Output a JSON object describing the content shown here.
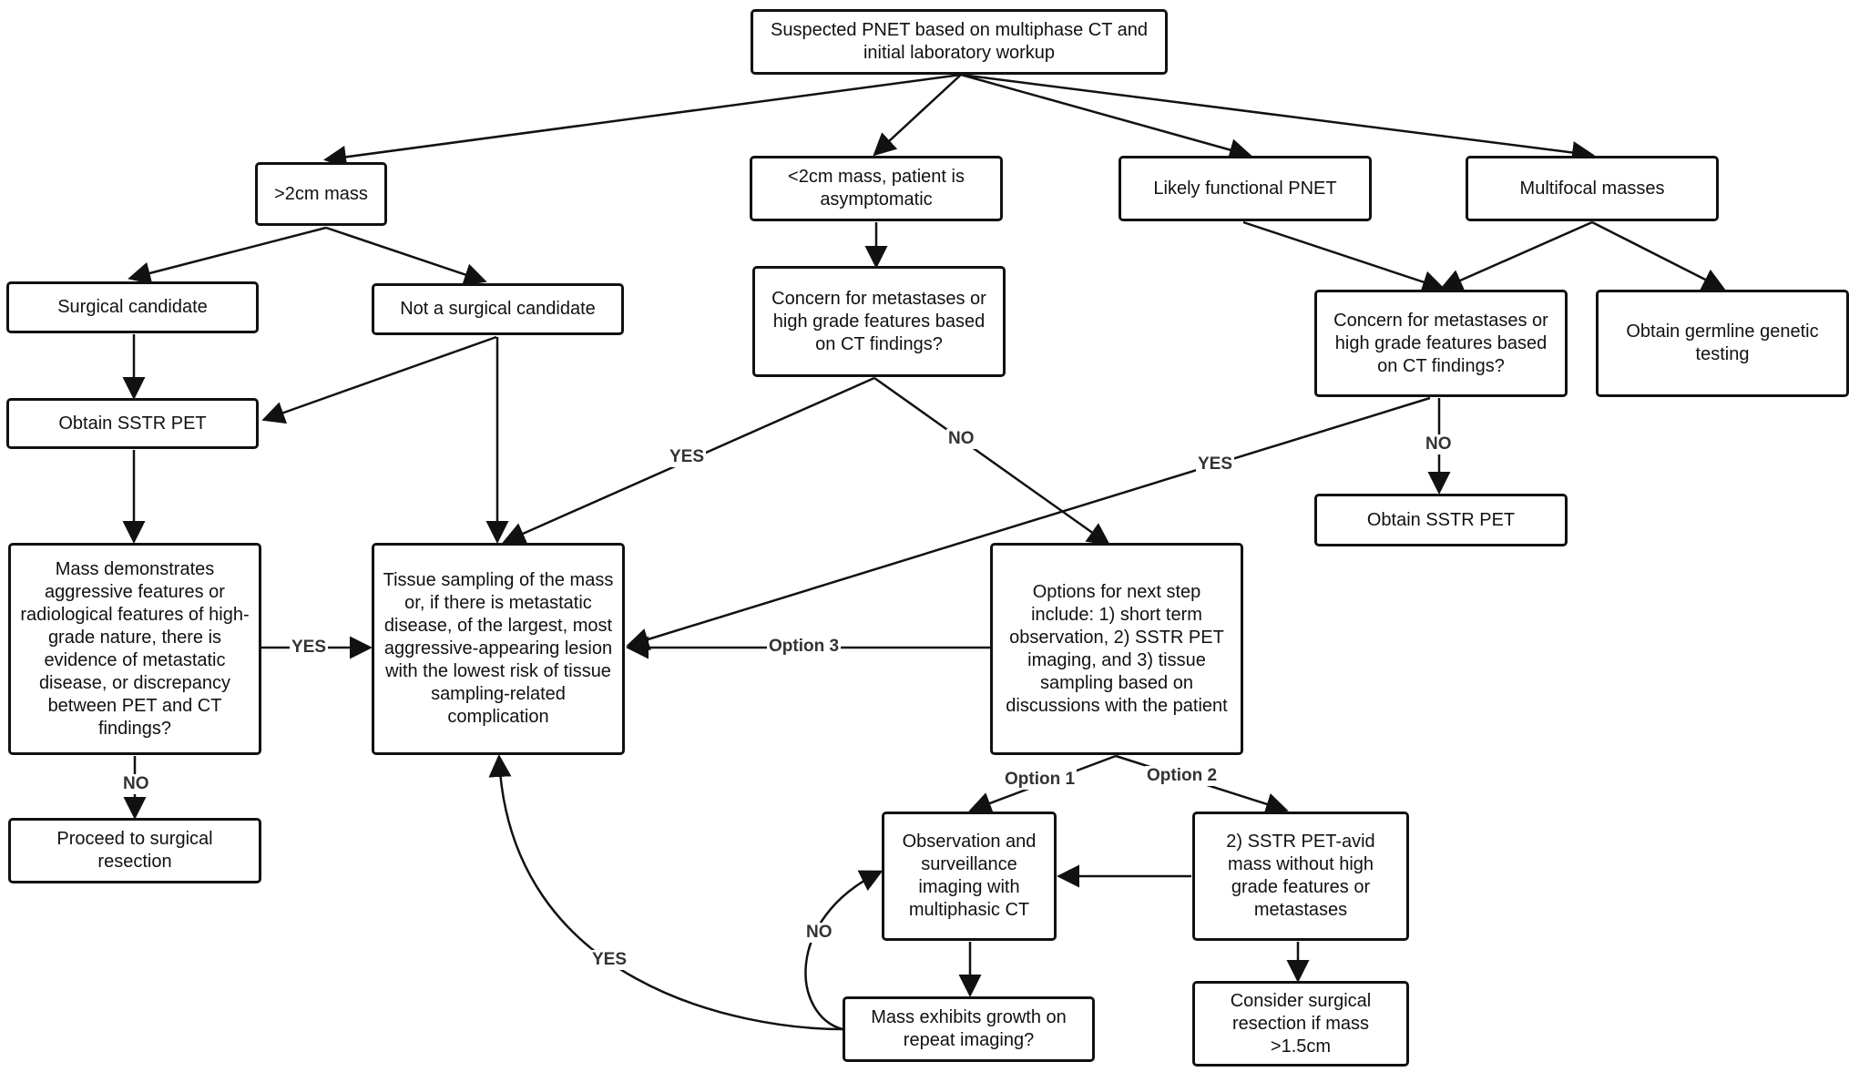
{
  "nodes": {
    "start": "Suspected PNET based on multiphase CT and initial laboratory workup",
    "gt2cm": ">2cm mass",
    "lt2cm": "<2cm mass, patient is asymptomatic",
    "functional": "Likely functional PNET",
    "multifocal": "Multifocal  masses",
    "surgical_candidate": "Surgical candidate",
    "not_surgical": "Not a surgical candidate",
    "concern_mid": "Concern for metastases or high grade features based on CT findings?",
    "concern_right": "Concern for metastases or high grade features based on CT findings?",
    "germline": "Obtain germline genetic testing",
    "sstr_left": "Obtain SSTR PET",
    "sstr_right": "Obtain SSTR PET",
    "mass_aggressive": "Mass demonstrates aggressive features or radiological features of high-grade nature, there is evidence of metastatic disease, or discrepancy between PET and CT findings?",
    "tissue_sampling": "Tissue sampling of the mass or, if there is metastatic disease, of the largest, most aggressive-appearing lesion with the lowest risk of tissue sampling-related complication",
    "options": "Options for next step include: 1) short term observation, 2) SSTR PET imaging, and 3) tissue sampling based on discussions with the patient",
    "proceed_surgery": "Proceed to surgical resection",
    "observation": "Observation and surveillance imaging with multiphasic CT",
    "sstr_avid": "2) SSTR PET-avid mass without high grade features or metastases",
    "growth": "Mass exhibits growth on repeat imaging?",
    "consider_resection": "Consider surgical resection if mass >1.5cm"
  },
  "labels": {
    "yes_mid": "YES",
    "no_mid": "NO",
    "yes_right": "YES",
    "no_right": "NO",
    "yes_left": "YES",
    "no_left": "NO",
    "option3": "Option 3",
    "option1": "Option 1",
    "option2": "Option 2",
    "no_loop": "NO",
    "yes_loop": "YES"
  }
}
